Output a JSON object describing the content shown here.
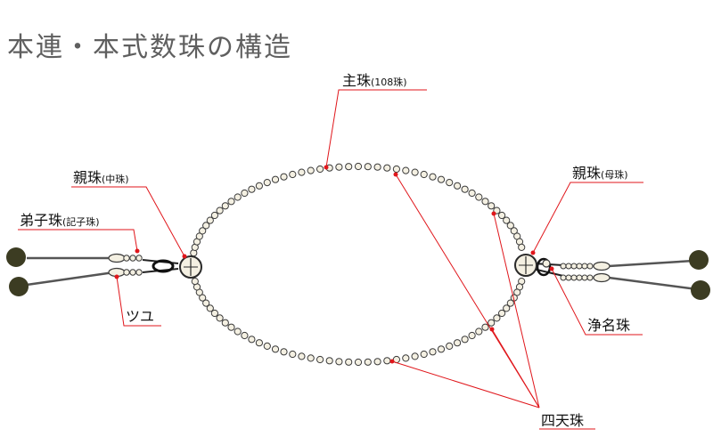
{
  "title": "本連・本式数珠の構造",
  "labels": {
    "shuju": {
      "main": "主珠",
      "sub": "(108珠)"
    },
    "oyadama_left": {
      "main": "親珠",
      "sub": "(中珠)"
    },
    "deshidama": {
      "main": "弟子珠",
      "sub": "(記子珠)"
    },
    "tsuyu": {
      "main": "ツユ"
    },
    "oyadama_right": {
      "main": "親珠",
      "sub": "(母珠)"
    },
    "jomyoju": {
      "main": "浄名珠"
    },
    "shitenju": {
      "main": "四天珠"
    }
  },
  "colors": {
    "leader_line": "#e0161b",
    "marker": "#e0161b",
    "bead_fill": "#f4f0e2",
    "bead_stroke": "#3a3a3a",
    "tassel": "#3c3c22",
    "text": "#111111",
    "title": "#5f5f5f"
  }
}
